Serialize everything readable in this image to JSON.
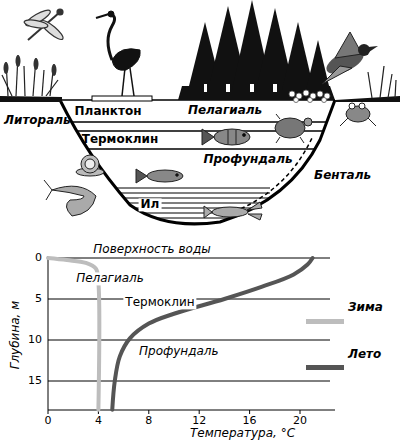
{
  "diagram": {
    "labels": [
      "Литораль",
      "Планктон",
      "Пелагиаль",
      "Термоклин",
      "Профундаль",
      "Бенталь",
      "Ил",
      "Поверхность воды",
      "Пелагиаль",
      "Термоклин",
      "Профундаль",
      "0",
      "5",
      "10",
      "15",
      "Глубина, м",
      "0",
      "4",
      "8",
      "12",
      "16",
      "20",
      "Температура, °C"
    ],
    "legend": [
      {
        "text": "Зима",
        "color": "#bdbdbd"
      },
      {
        "text": "Лето",
        "color": "#555555"
      }
    ]
  }
}
